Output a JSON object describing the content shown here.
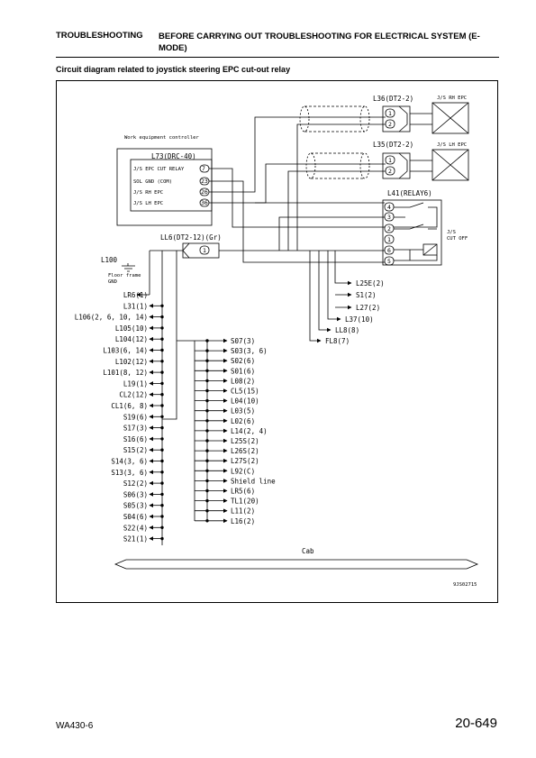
{
  "header": {
    "section": "TROUBLESHOOTING",
    "title": "BEFORE CARRYING OUT TROUBLESHOOTING FOR ELECTRICAL SYSTEM (E-MODE)"
  },
  "subtitle": "Circuit diagram related to joystick steering EPC cut-out relay",
  "diagram": {
    "figure_id": "9JS02715",
    "cab_label": "Cab",
    "controller": {
      "caption": "Work equipment controller",
      "name": "L73(DRC-40)",
      "pins": [
        {
          "label": "J/S EPC CUT RELAY",
          "pin": "7"
        },
        {
          "label": "SOL GND (COM)",
          "pin": "23"
        },
        {
          "label": "J/S RH EPC",
          "pin": "26"
        },
        {
          "label": "J/S LH EPC",
          "pin": "36"
        }
      ]
    },
    "l36": {
      "name": "L36(DT2-2)",
      "device": "J/S RH EPC",
      "pins": [
        "1",
        "2"
      ]
    },
    "l35": {
      "name": "L35(DT2-2)",
      "device": "J/S LH EPC",
      "pins": [
        "1",
        "2"
      ]
    },
    "l41": {
      "name": "L41(RELAY6)",
      "device": "J/S CUT OFF",
      "pins": [
        "4",
        "3",
        "2",
        "1",
        "6",
        "5"
      ]
    },
    "l6": {
      "name": "LL6(DT2-12)(Gr)",
      "pin": "1"
    },
    "ground": {
      "name": "L100",
      "caption": "Floor frame GND"
    },
    "right_branch": [
      {
        "name": "L25E",
        "pin": "2"
      },
      {
        "name": "S1",
        "pin": "2"
      },
      {
        "name": "L27",
        "pin": "2"
      },
      {
        "name": "L37",
        "pin": "10"
      },
      {
        "name": "LL8",
        "pin": "8"
      },
      {
        "name": "FL8",
        "pin": "7"
      }
    ],
    "left_list": [
      {
        "name": "LR6",
        "pin": "1"
      },
      {
        "name": "L31",
        "pin": "1"
      },
      {
        "name": "L106",
        "pin": "2, 6, 10, 14"
      },
      {
        "name": "L105",
        "pin": "10"
      },
      {
        "name": "L104",
        "pin": "12"
      },
      {
        "name": "L103",
        "pin": "6, 14"
      },
      {
        "name": "L102",
        "pin": "12"
      },
      {
        "name": "L101",
        "pin": "8, 12"
      },
      {
        "name": "L19",
        "pin": "1"
      },
      {
        "name": "CL2",
        "pin": "12"
      },
      {
        "name": "CL1",
        "pin": "6, 8"
      },
      {
        "name": "S19",
        "pin": "6"
      },
      {
        "name": "S17",
        "pin": "3"
      },
      {
        "name": "S16",
        "pin": "6"
      },
      {
        "name": "S15",
        "pin": "2"
      },
      {
        "name": "S14",
        "pin": "3, 6"
      },
      {
        "name": "S13",
        "pin": "3, 6"
      },
      {
        "name": "S12",
        "pin": "2"
      },
      {
        "name": "S06",
        "pin": "3"
      },
      {
        "name": "S05",
        "pin": "3"
      },
      {
        "name": "S04",
        "pin": "6"
      },
      {
        "name": "S22",
        "pin": "4"
      },
      {
        "name": "S21",
        "pin": "1"
      }
    ],
    "middle_list": [
      {
        "name": "S07",
        "pin": "3"
      },
      {
        "name": "S03",
        "pin": "3, 6"
      },
      {
        "name": "S02",
        "pin": "6"
      },
      {
        "name": "S01",
        "pin": "6"
      },
      {
        "name": "L08",
        "pin": "2"
      },
      {
        "name": "CL5",
        "pin": "15"
      },
      {
        "name": "L04",
        "pin": "10"
      },
      {
        "name": "L03",
        "pin": "5"
      },
      {
        "name": "L02",
        "pin": "6"
      },
      {
        "name": "L14",
        "pin": "2, 4"
      },
      {
        "name": "L25S",
        "pin": "2"
      },
      {
        "name": "L26S",
        "pin": "2"
      },
      {
        "name": "L27S",
        "pin": "2"
      },
      {
        "name": "L92",
        "pin": "C"
      },
      {
        "name": "Shield line",
        "pin": ""
      },
      {
        "name": "LR5",
        "pin": "6"
      },
      {
        "name": "TL1",
        "pin": "20"
      },
      {
        "name": "L11",
        "pin": "2"
      },
      {
        "name": "L16",
        "pin": "2"
      }
    ]
  },
  "footer": {
    "model": "WA430-6",
    "page": "20-649"
  }
}
